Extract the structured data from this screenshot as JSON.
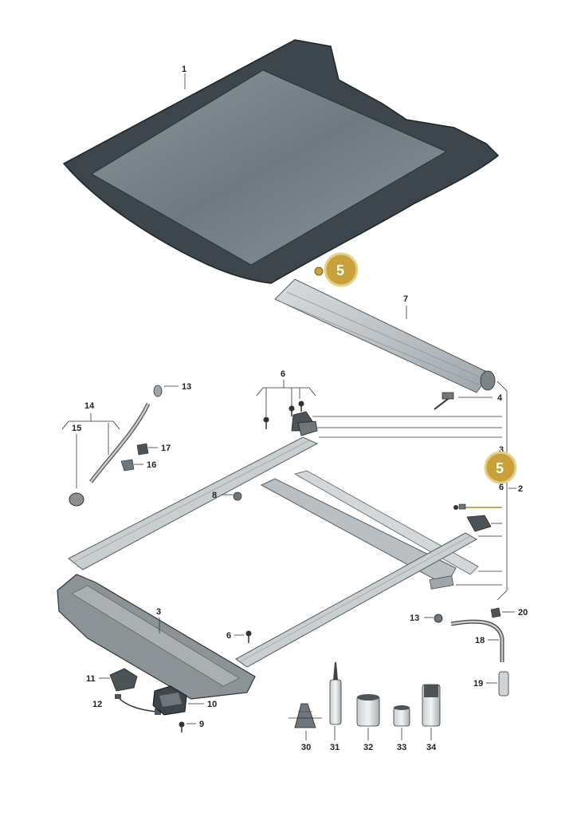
{
  "colors": {
    "glass_dark": "#3d464c",
    "glass_light": "#8a969c",
    "part_grey": "#b9bfc3",
    "part_dark": "#6f777c",
    "badge": "#c9a13b",
    "badge_ring": "#e6cf8a",
    "highlight_line": "#b98a2a"
  },
  "labels": {
    "p1": "1",
    "p3a": "3",
    "p3b": "3",
    "p4": "4",
    "p5a": "5",
    "p5b": "5",
    "p6a": "6",
    "p6b": "6",
    "p6c": "6",
    "p2": "2",
    "p7": "7",
    "p8": "8",
    "p9": "9",
    "p10": "10",
    "p11": "11",
    "p12": "12",
    "p13a": "13",
    "p13b": "13",
    "p14": "14",
    "p15": "15",
    "p16": "16",
    "p17": "17",
    "p18": "18",
    "p19": "19",
    "p20": "20",
    "p30": "30",
    "p31": "31",
    "p32": "32",
    "p33": "33",
    "p34": "34"
  }
}
